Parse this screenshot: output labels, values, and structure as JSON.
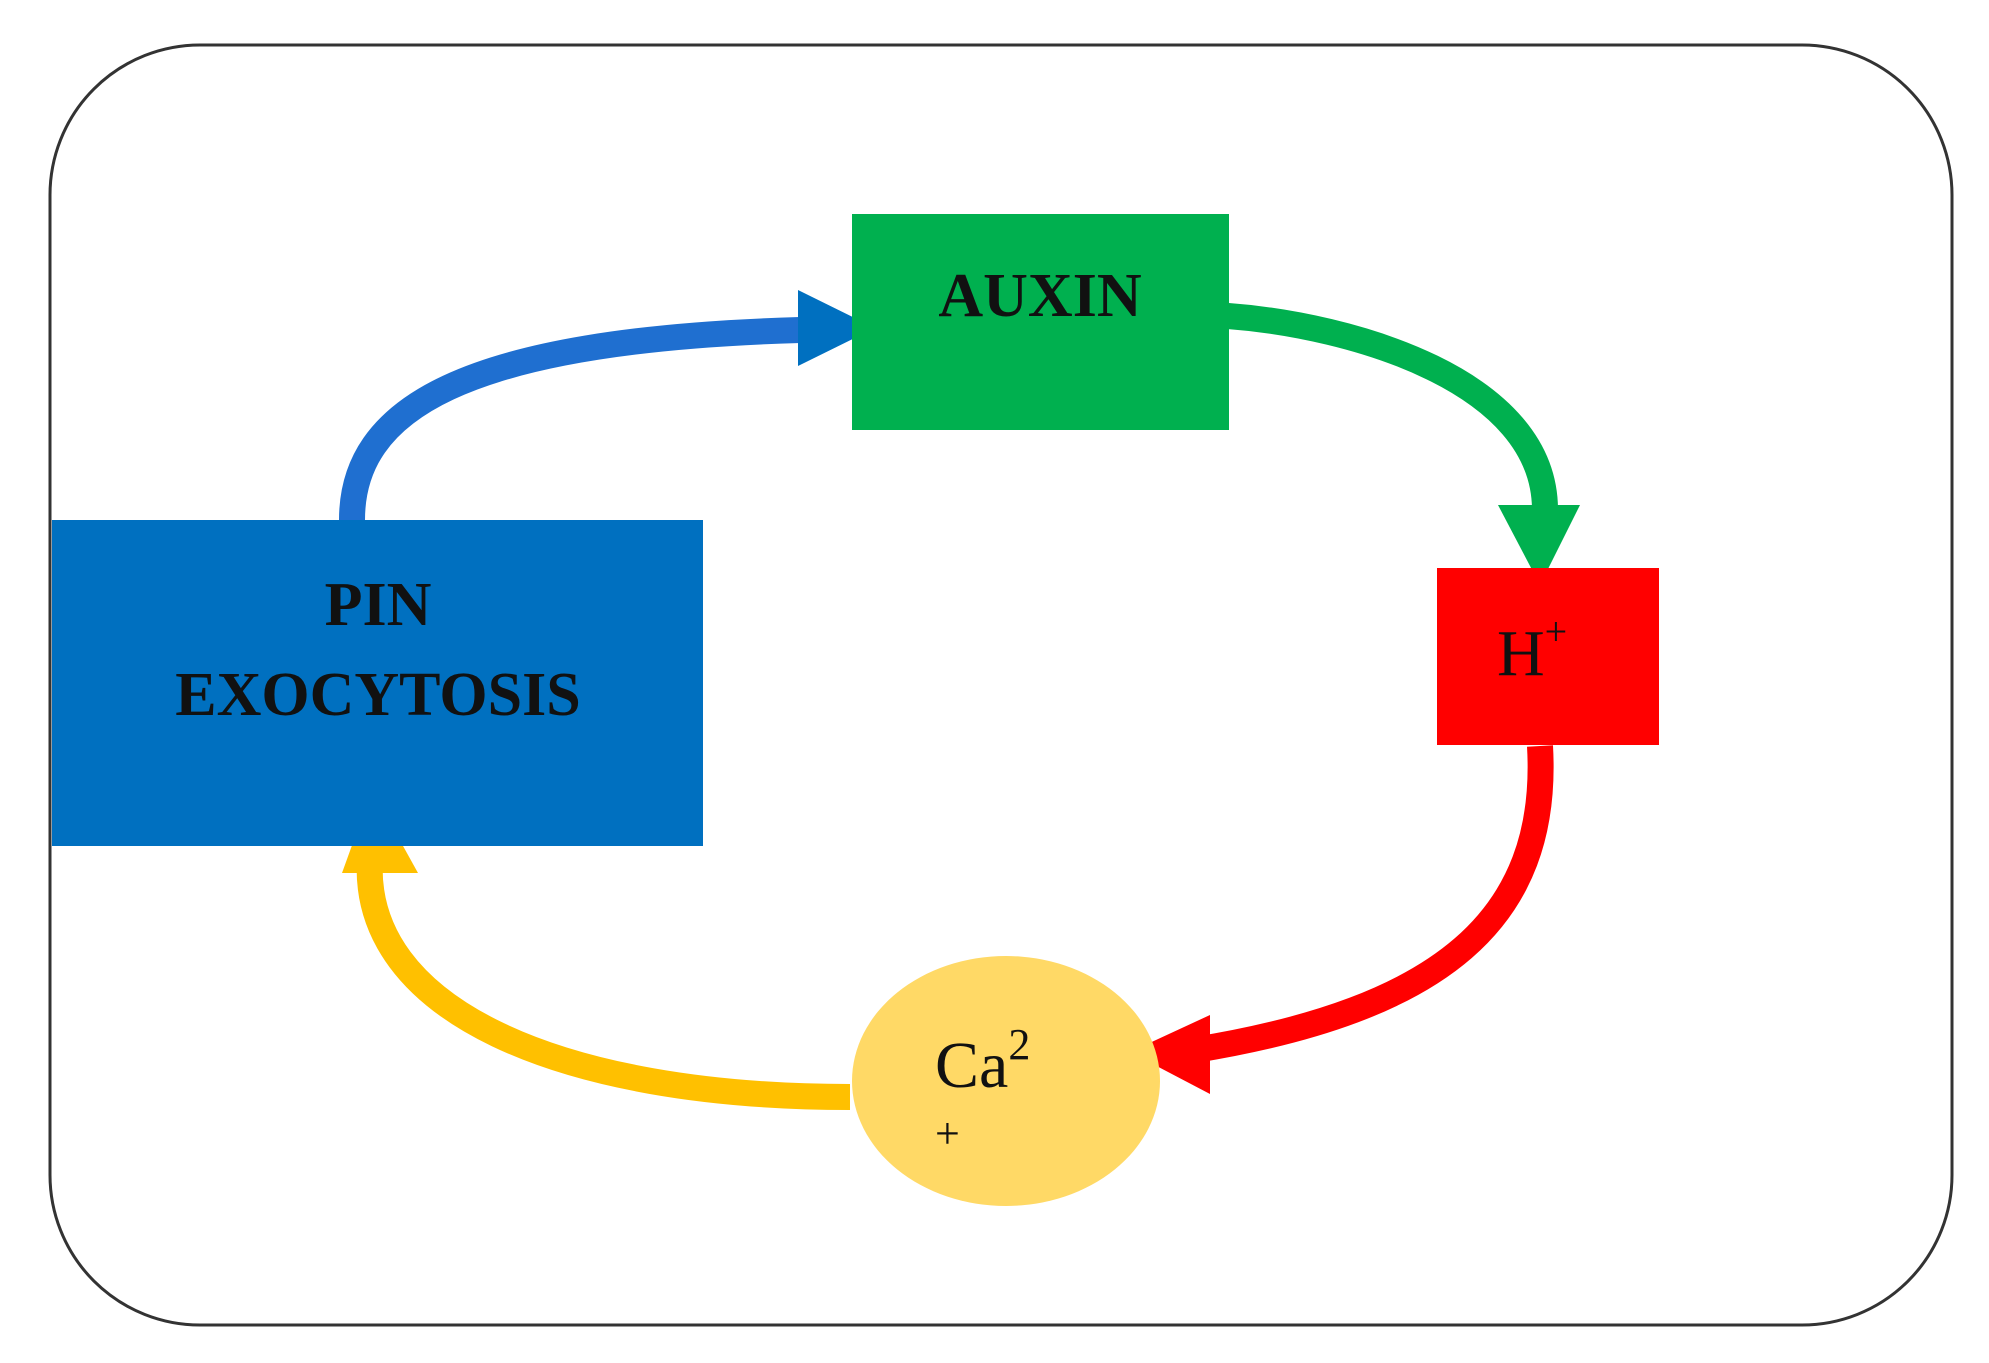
{
  "nodes": {
    "auxin": {
      "label": "AUXIN",
      "color": "#00b04f"
    },
    "proton": {
      "label_base": "H",
      "label_sup": "+",
      "color": "#ff0000"
    },
    "calcium": {
      "label_base": "Ca",
      "label_sup": "2",
      "label_sub": "+",
      "color": "#ffd966"
    },
    "pin": {
      "label_line1": "PIN",
      "label_line2": "EXOCYTOSIS",
      "color": "#0070c0"
    }
  },
  "edges": [
    {
      "from": "PIN EXOCYTOSIS",
      "to": "AUXIN",
      "color": "#1f6fd0"
    },
    {
      "from": "AUXIN",
      "to": "H+",
      "color": "#00b04f"
    },
    {
      "from": "H+",
      "to": "Ca2+",
      "color": "#ff0000"
    },
    {
      "from": "Ca2+",
      "to": "PIN EXOCYTOSIS",
      "color": "#ffc000"
    }
  ],
  "frame": {
    "stroke": "#333333"
  }
}
